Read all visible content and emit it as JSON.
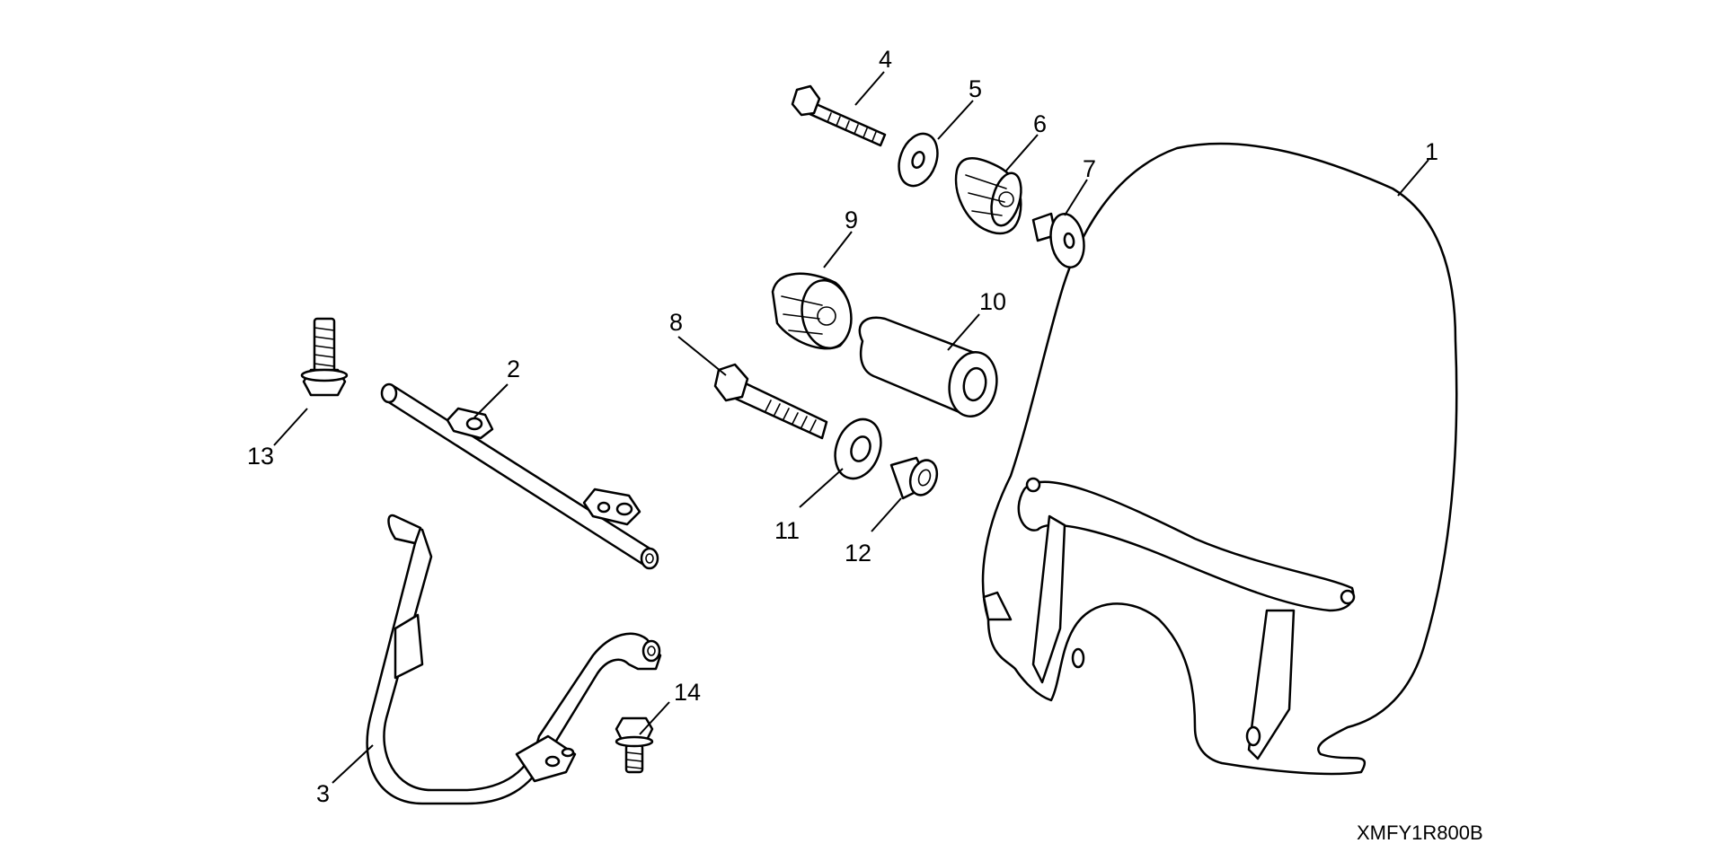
{
  "diagram": {
    "code": "XMFY1R800B",
    "callouts": {
      "p1": "1",
      "p2": "2",
      "p3": "3",
      "p4": "4",
      "p5": "5",
      "p6": "6",
      "p7": "7",
      "p8": "8",
      "p9": "9",
      "p10": "10",
      "p11": "11",
      "p12": "12",
      "p13": "13",
      "p14": "14"
    }
  }
}
